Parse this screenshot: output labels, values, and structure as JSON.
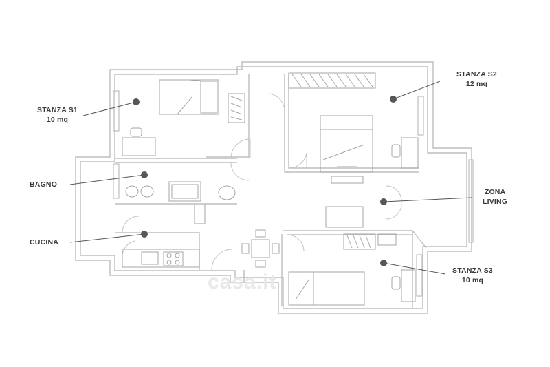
{
  "rooms": {
    "s1": {
      "name": "STANZA S1",
      "area": "10 mq"
    },
    "s2": {
      "name": "STANZA S2",
      "area": "12 mq"
    },
    "s3": {
      "name": "STANZA S3",
      "area": "10 mq"
    },
    "bagno": {
      "name": "BAGNO"
    },
    "cucina": {
      "name": "CUCINA"
    },
    "living": {
      "name": "ZONA",
      "name2": "LIVING"
    }
  },
  "watermark": "casa.it",
  "colors": {
    "wall": "#b9b9b9",
    "furniture": "#9a9a9a",
    "marker": "#555555",
    "leader": "#555555"
  }
}
